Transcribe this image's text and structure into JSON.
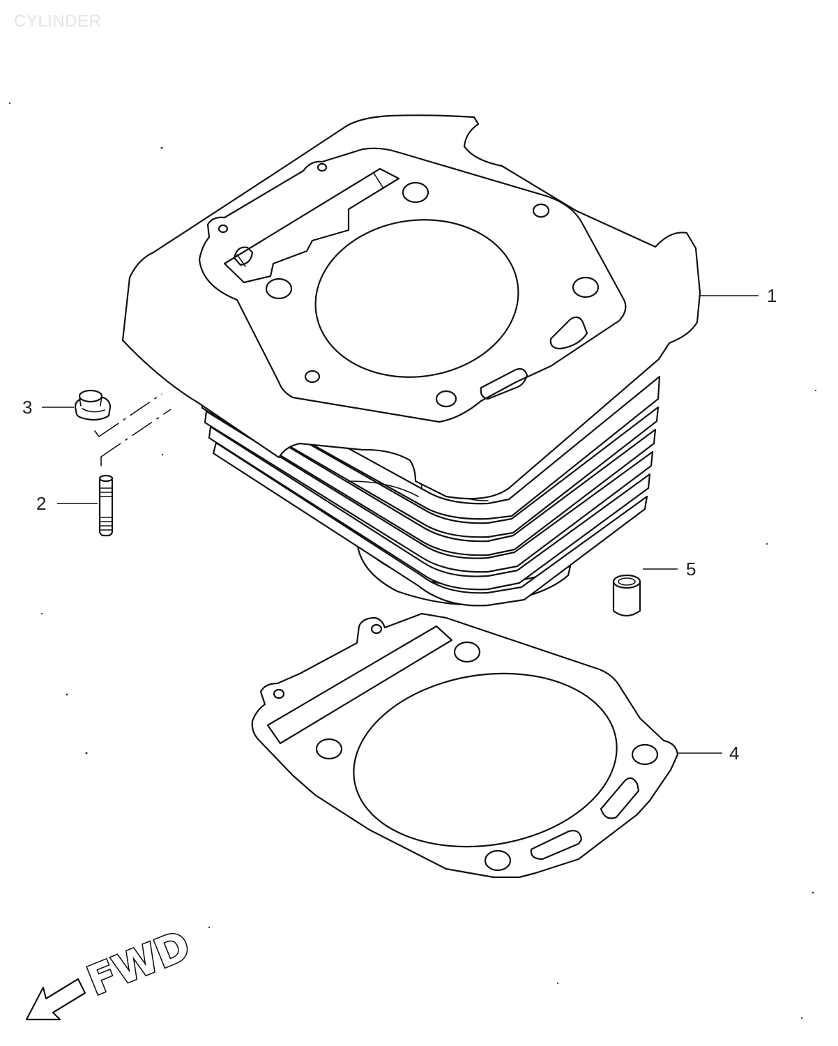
{
  "title": "CYLINDER",
  "callouts": [
    {
      "number": "1",
      "part": "cylinder"
    },
    {
      "number": "2",
      "part": "stud"
    },
    {
      "number": "3",
      "part": "nut"
    },
    {
      "number": "4",
      "part": "base-gasket"
    },
    {
      "number": "5",
      "part": "dowel-pin"
    }
  ],
  "direction_label": "FWD",
  "colors": {
    "line": "#111111",
    "background": "#ffffff",
    "title": "#e4e4e4"
  }
}
